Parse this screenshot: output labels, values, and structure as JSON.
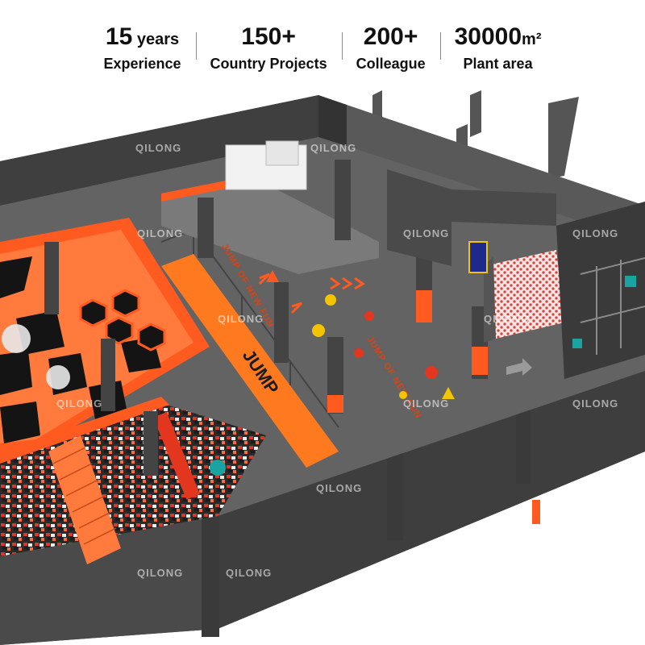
{
  "stats": [
    {
      "value": "15",
      "unit": " years",
      "label": "Experience"
    },
    {
      "value": "150+",
      "unit": "",
      "label": "Country Projects"
    },
    {
      "value": "200+",
      "unit": "",
      "label": "Colleague"
    },
    {
      "value": "30000",
      "unit": "m²",
      "label": "Plant area"
    }
  ],
  "watermark": "QILONG",
  "floor_text": "JUMP OF NEW FUN",
  "jump_banner": "JUMP",
  "colors": {
    "wall": "#4a4a4a",
    "floor": "#5d5d5d",
    "accent": "#ff5a1f",
    "foam_red": "#e2361e",
    "yellow": "#f5c400"
  }
}
